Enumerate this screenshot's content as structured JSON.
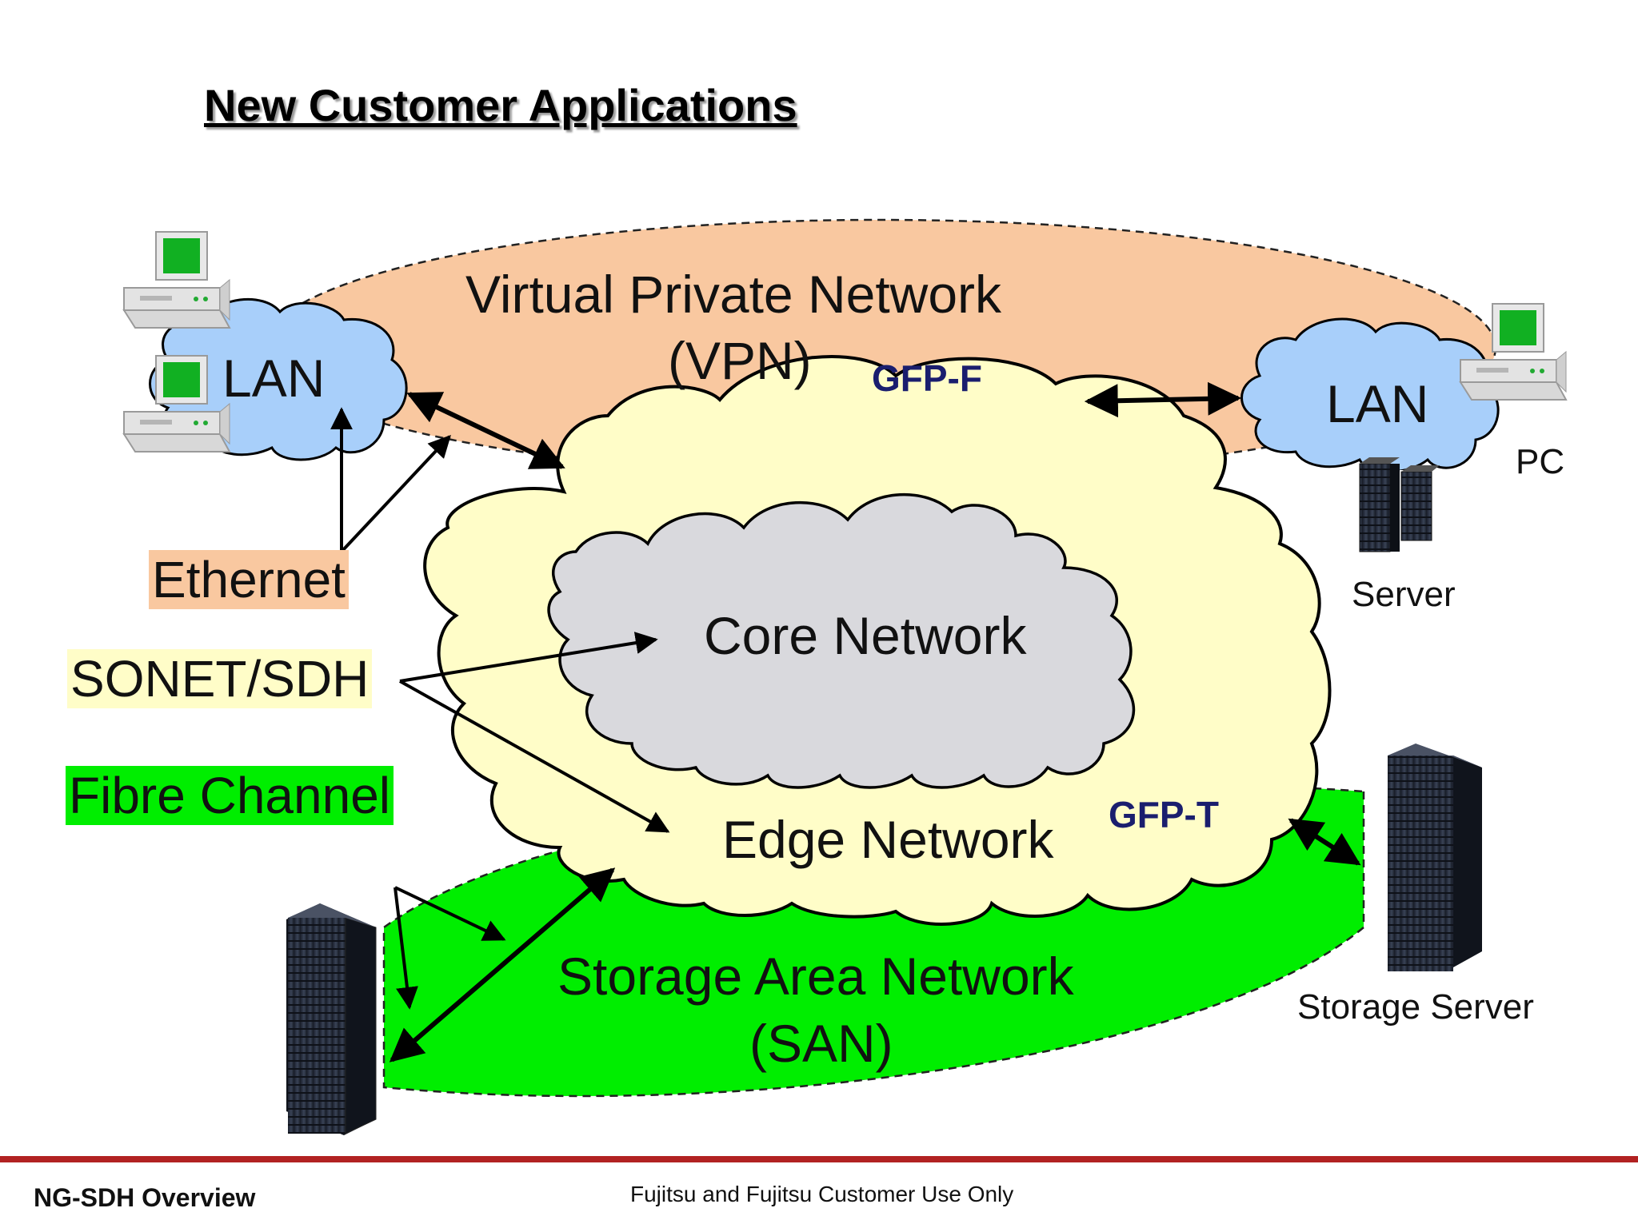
{
  "slide": {
    "title": "New Customer Applications",
    "footer_left": "NG-SDH Overview",
    "footer_center": "Fujitsu and Fujitsu Customer Use Only"
  },
  "colors": {
    "vpn_fill": "#f9c8a0",
    "san_fill": "#00ee00",
    "edge_fill": "#fffdc8",
    "core_fill": "#d9d9dd",
    "lan_fill": "#a8cffa",
    "gfp_text": "#1a1e6e",
    "footer_rule": "#b22222"
  },
  "diagram": {
    "vpn_line1": "Virtual Private Network",
    "vpn_line2": "(VPN)",
    "san_line1": "Storage Area Network",
    "san_line2": "(SAN)",
    "core": "Core Network",
    "edge": "Edge Network",
    "gfp_f": "GFP-F",
    "gfp_t": "GFP-T",
    "lan_left": "LAN",
    "lan_right": "LAN",
    "pc": "PC",
    "server": "Server",
    "storage_server": "Storage Server"
  },
  "legend": {
    "ethernet": "Ethernet",
    "sonet_sdh": "SONET/SDH",
    "fibre_channel": "Fibre Channel"
  },
  "icons": [
    "desktop-pc-icon",
    "server-tower-icon",
    "storage-server-icon",
    "cloud-shape"
  ]
}
